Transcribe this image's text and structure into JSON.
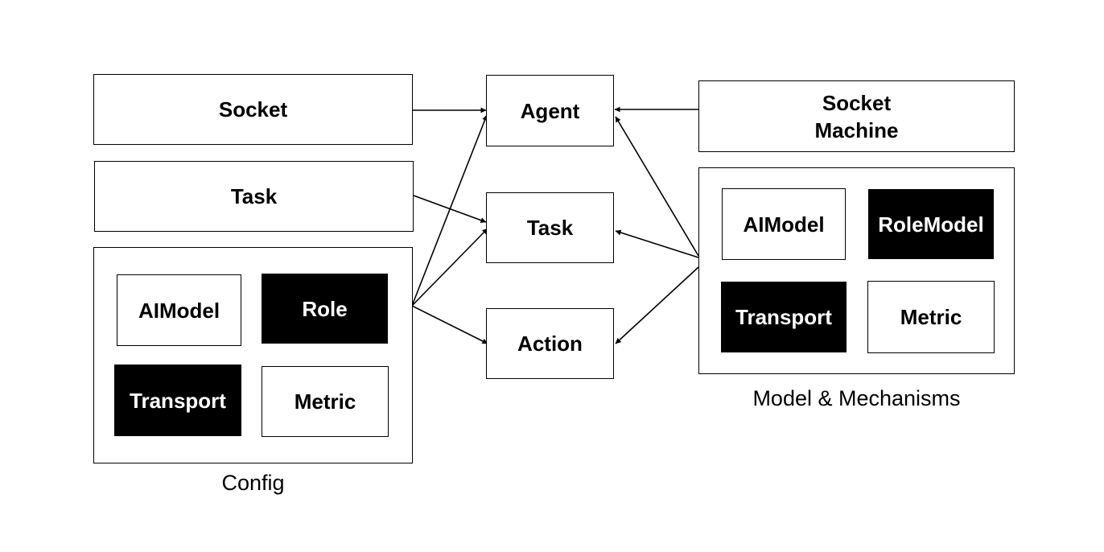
{
  "config": {
    "socket": "Socket",
    "task": "Task",
    "modules": {
      "aimodel": "AIModel",
      "role": "Role",
      "transport": "Transport",
      "metric": "Metric"
    },
    "caption": "Config"
  },
  "center": {
    "agent": "Agent",
    "task": "Task",
    "action": "Action"
  },
  "mechanisms": {
    "socket_machine": "Socket\nMachine",
    "modules": {
      "aimodel": "AIModel",
      "rolemodel": "RoleModel",
      "transport": "Transport",
      "metric": "Metric"
    },
    "caption": "Model & Mechanisms"
  }
}
